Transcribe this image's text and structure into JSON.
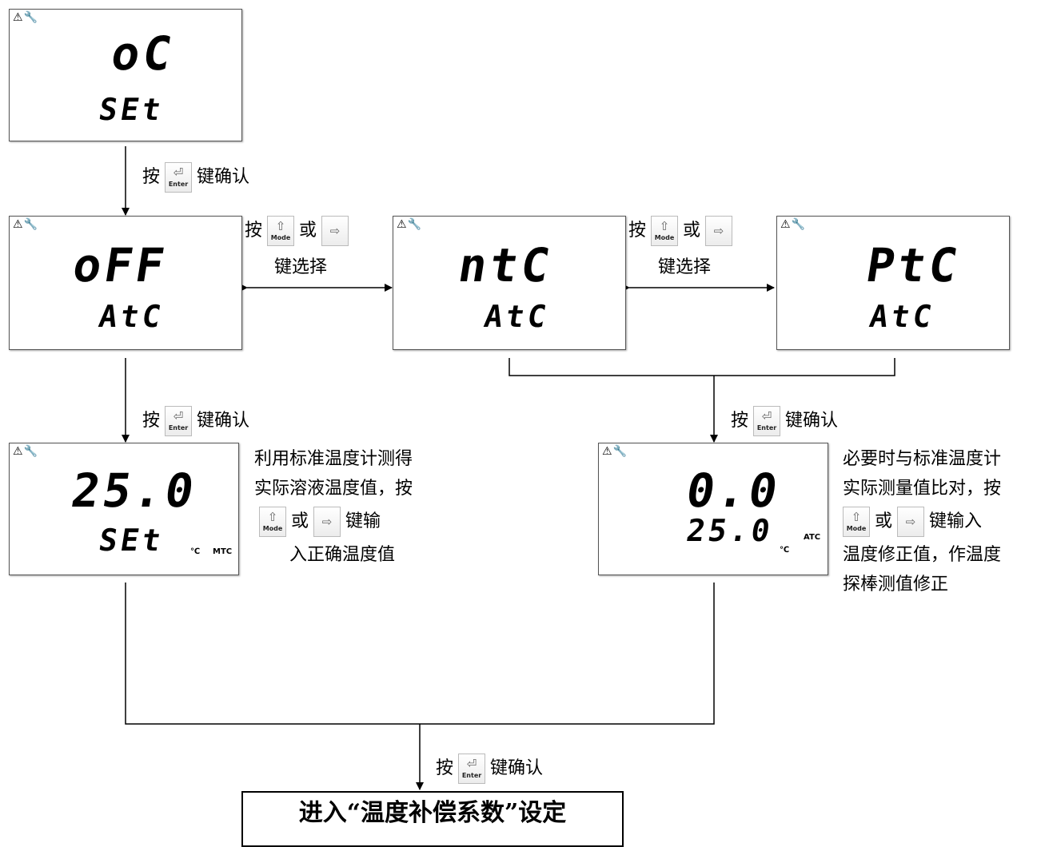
{
  "displays": {
    "oc": {
      "indicator": "⚠🔧",
      "line1": "oC",
      "line2": "SEt"
    },
    "off": {
      "indicator": "⚠🔧",
      "line1": "oFF",
      "line2": "AtC"
    },
    "ntc": {
      "indicator": "⚠🔧",
      "line1": "ntC",
      "line2": "AtC"
    },
    "ptc": {
      "indicator": "⚠🔧",
      "line1": "PtC",
      "line2": "AtC"
    },
    "manual": {
      "indicator": "⚠🔧",
      "line1": "25.0",
      "line2": "SEt",
      "unit": "℃",
      "mode": "MTC"
    },
    "auto": {
      "indicator": "⚠🔧",
      "line1": "0.0",
      "line2": "25.0",
      "unit": "℃",
      "mode": "ATC"
    }
  },
  "keys": {
    "enter": "Enter",
    "mode": "Mode"
  },
  "labels": {
    "press": "按",
    "or": "或",
    "confirm": "键确认",
    "select": "键选择"
  },
  "notes": {
    "left": [
      "利用标准温度计测得",
      "实际溶液温度值，按",
      "键输",
      "入正确温度值"
    ],
    "right": [
      "必要时与标准温度计",
      "实际测量值比对，按",
      "键输入",
      "温度修正值，作温度",
      "探棒测值修正"
    ]
  },
  "final_step": "进入“温度补偿系数”设定"
}
